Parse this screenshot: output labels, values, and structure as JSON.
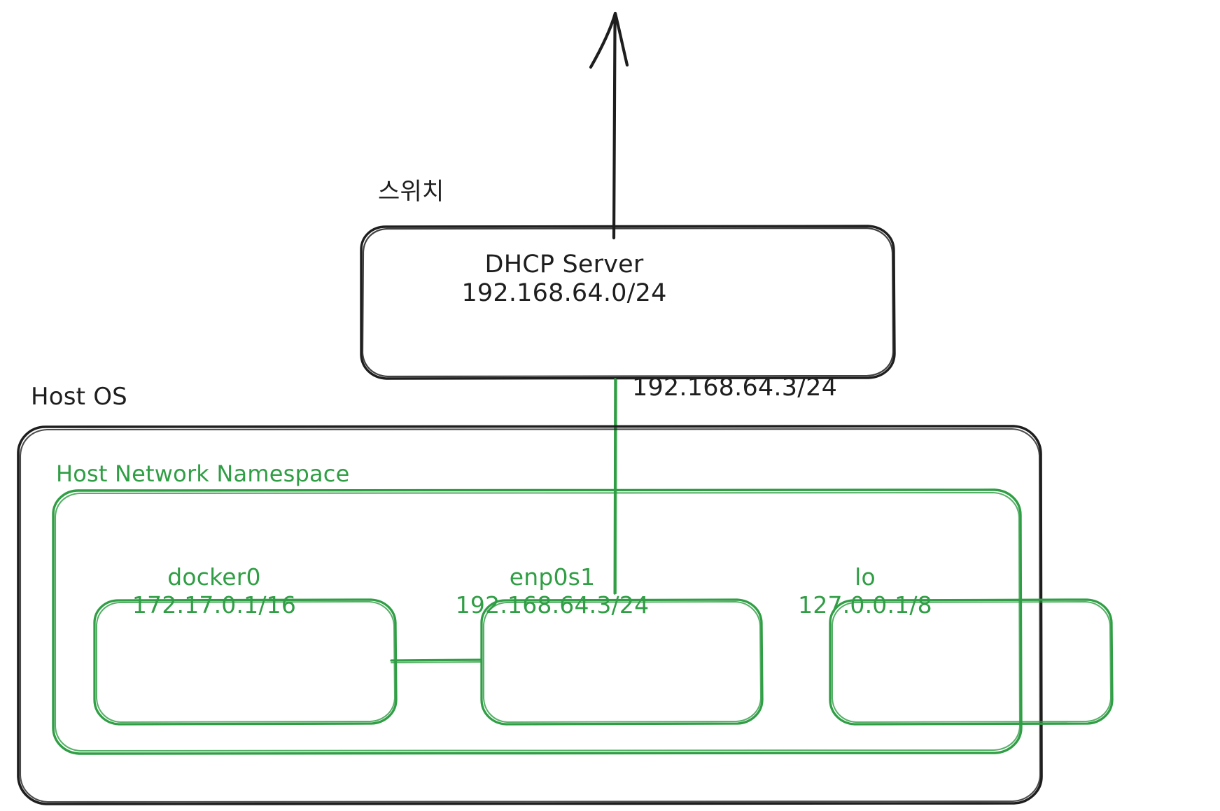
{
  "diagram": {
    "type": "network-architecture",
    "title_note": "Host OS network namespace with docker0, enp0s1 and lo interfaces connected to a DHCP server switch",
    "colors": {
      "stroke_black": "#1e1e1e",
      "stroke_green": "#2f9e44",
      "background": "#ffffff"
    },
    "uplink": {
      "name": "uplink-arrow",
      "direction": "up"
    },
    "switch": {
      "label": "스위치"
    },
    "dhcp_box": {
      "title": "DHCP Server",
      "subnet": "192.168.64.0/24"
    },
    "uplink_ip_label": "192.168.64.3/24",
    "host_os": {
      "label": "Host OS"
    },
    "namespace": {
      "label": "Host Network Namespace"
    },
    "interfaces": [
      {
        "name": "docker0",
        "ip": "172.17.0.1/16"
      },
      {
        "name": "enp0s1",
        "ip": "192.168.64.3/24"
      },
      {
        "name": "lo",
        "ip": "127.0.0.1/8"
      }
    ]
  }
}
